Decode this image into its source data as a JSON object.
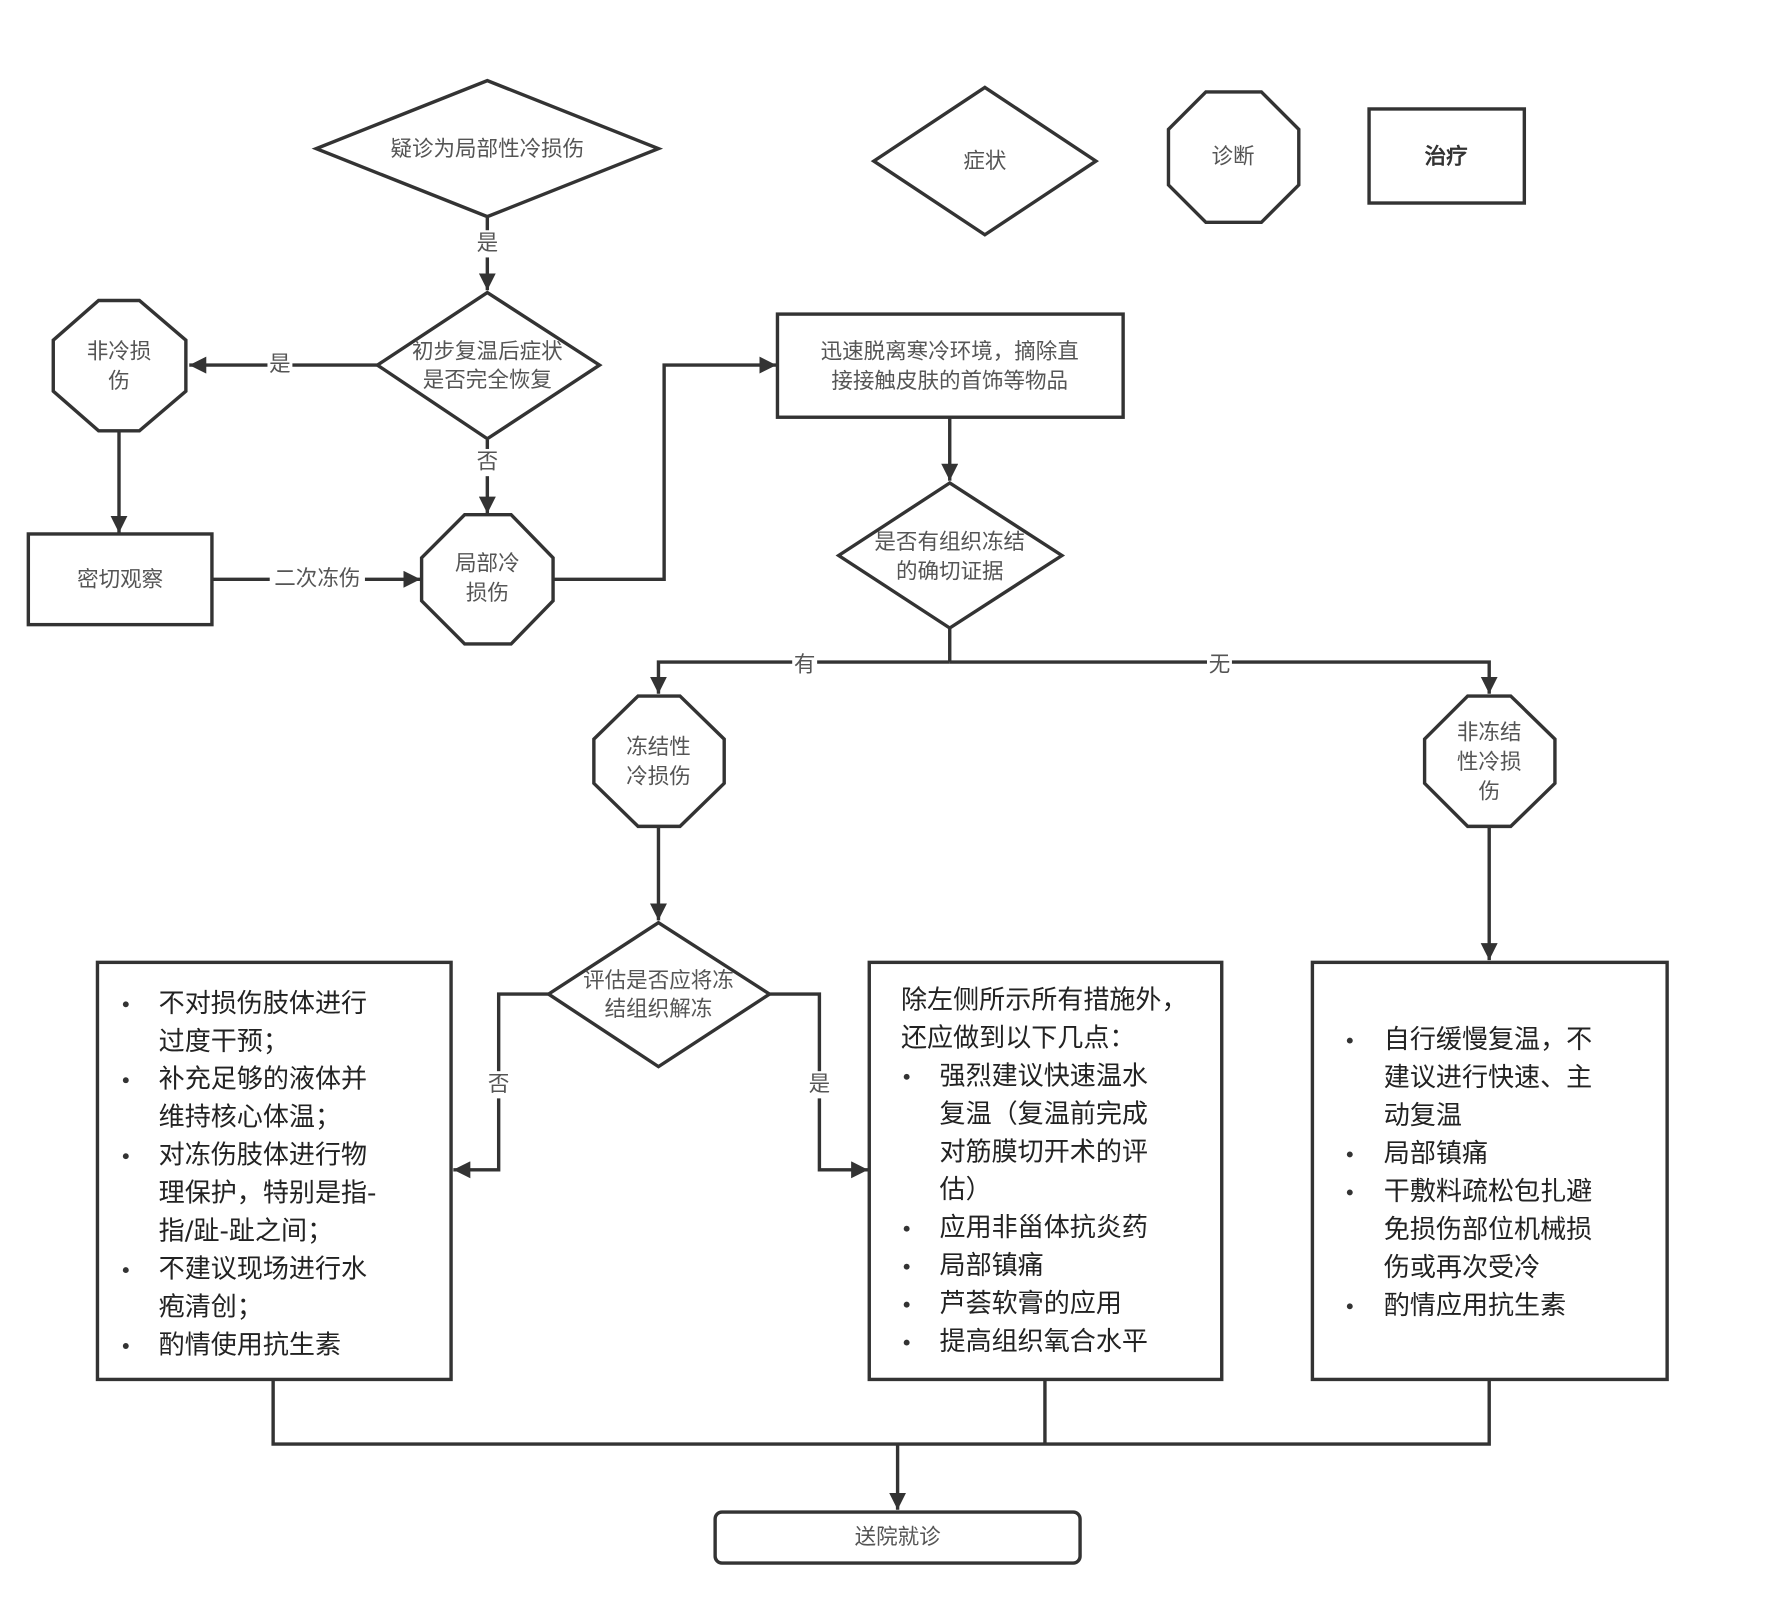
{
  "legend": {
    "symptom": "症状",
    "diagnosis": "诊断",
    "treatment": "治疗"
  },
  "nodes": {
    "suspect": "疑诊为局部性冷损伤",
    "recover_q": [
      "初步复温后症状",
      "是否完全恢复"
    ],
    "non_cold": [
      "非冷损",
      "伤"
    ],
    "observe": "密切观察",
    "local_cold": [
      "局部冷",
      "损伤"
    ],
    "remove_env": [
      "迅速脱离寒冷环境，摘除直",
      "接接触皮肤的首饰等物品"
    ],
    "freeze_q": [
      "是否有组织冻结",
      "的确切证据"
    ],
    "freezing": [
      "冻结性",
      "冷损伤"
    ],
    "non_freezing": [
      "非冻结",
      "性冷损",
      "伤"
    ],
    "thaw_q": [
      "评估是否应将冻",
      "结组织解冻"
    ],
    "hospital": "送院就诊"
  },
  "edges": {
    "yes": "是",
    "no": "否",
    "second_frostbite": "二次冻伤",
    "has": "有",
    "none": "无"
  },
  "boxes": {
    "left": {
      "intro": [],
      "items": [
        [
          "不对损伤肢体进行",
          "过度干预；"
        ],
        [
          "补充足够的液体并",
          "维持核心体温；"
        ],
        [
          "对冻伤肢体进行物",
          "理保护，特别是指-",
          "指/趾-趾之间；"
        ],
        [
          "不建议现场进行水",
          "疱清创；"
        ],
        [
          "酌情使用抗生素"
        ]
      ]
    },
    "middle": {
      "intro": [
        "除左侧所示所有措施外，",
        "还应做到以下几点："
      ],
      "items": [
        [
          "强烈建议快速温水",
          "复温（复温前完成",
          "对筋膜切开术的评",
          "估）"
        ],
        [
          "应用非甾体抗炎药"
        ],
        [
          "局部镇痛"
        ],
        [
          "芦荟软膏的应用"
        ],
        [
          "提高组织氧合水平"
        ]
      ]
    },
    "right": {
      "intro": [],
      "items": [
        [
          "自行缓慢复温，不",
          "建议进行快速、主",
          "动复温"
        ],
        [
          "局部镇痛"
        ],
        [
          "干敷料疏松包扎避",
          "免损伤部位机械损",
          "伤或再次受冷"
        ],
        [
          "酌情应用抗生素"
        ]
      ]
    }
  },
  "colors": {
    "stroke": "#333333",
    "text": "#555555",
    "background": "#ffffff"
  }
}
